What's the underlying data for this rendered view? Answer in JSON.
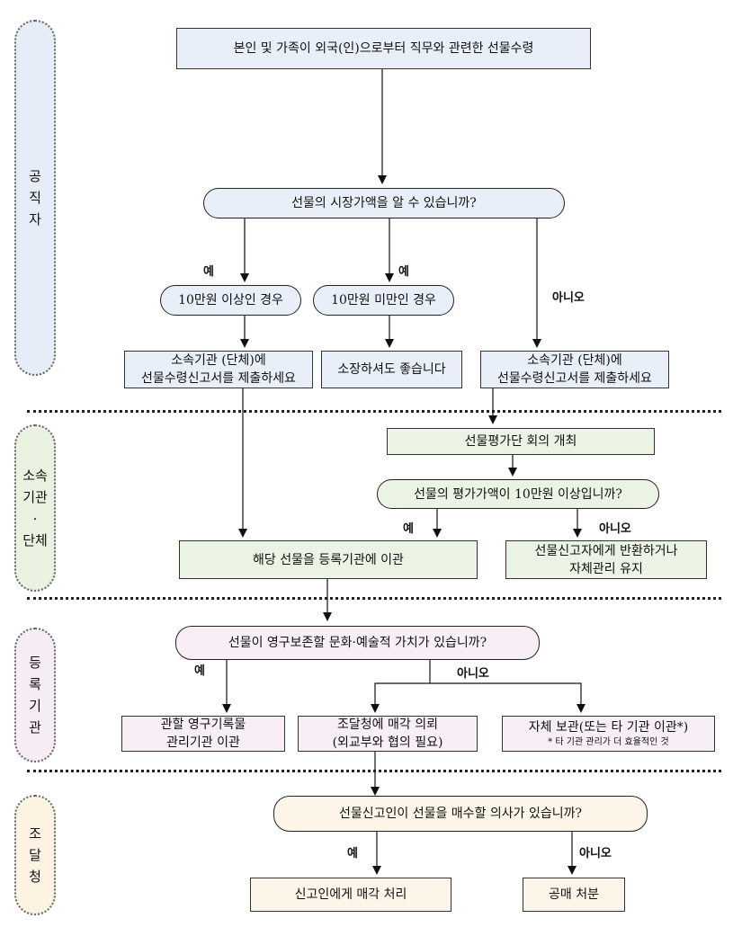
{
  "lanes": {
    "official": {
      "label": "공\n직\n자",
      "color": "#e6edf7"
    },
    "agency": {
      "label": "소속\n기관\n·\n단체",
      "color": "#eaf2e1"
    },
    "registry": {
      "label": "등\n록\n기\n관",
      "color": "#f6ecf4"
    },
    "procurement": {
      "label": "조\n달\n청",
      "color": "#fcf3e3"
    }
  },
  "nodes": {
    "start": "본인 및 가족이 외국(인)으로부터 직무와 관련한 선물수령",
    "q_market_value": "선물의 시장가액을 알 수 있습니까?",
    "over_100k": "10만원 이상인 경우",
    "under_100k": "10만원 미만인 경우",
    "submit_report_left": [
      "소속기관 (단체)에",
      "선물수령신고서를 제출하세요"
    ],
    "keep_ok": "소장하셔도 좋습니다",
    "submit_report_right": [
      "소속기관 (단체)에",
      "선물수령신고서를 제출하세요"
    ],
    "evaluation_meeting": "선물평가단 회의 개최",
    "q_eval_value": "선물의 평가가액이 10만원 이상입니까?",
    "transfer_registry": "해당 선물을 등록기관에 이관",
    "return_or_keep": [
      "선물신고자에게 반환하거나",
      "자체관리 유지"
    ],
    "q_cultural_value": "선물이 영구보존할 문화·예술적 가치가 있습니까?",
    "archive_transfer": [
      "관할 영구기록물",
      "관리기관 이관"
    ],
    "sale_request": [
      "조달청에 매각 의뢰",
      "(외교부와 협의 필요)"
    ],
    "self_storage": "자체 보관(또는 타 기관 이관*)",
    "self_storage_note": "* 타 기관 관리가 더 효율적인 것",
    "q_purchase": "선물신고인이 선물을 매수할 의사가 있습니까?",
    "sell_to_reporter": "신고인에게 매각 처리",
    "public_auction": "공매 처분"
  },
  "labels": {
    "yes": "예",
    "no": "아니오"
  }
}
